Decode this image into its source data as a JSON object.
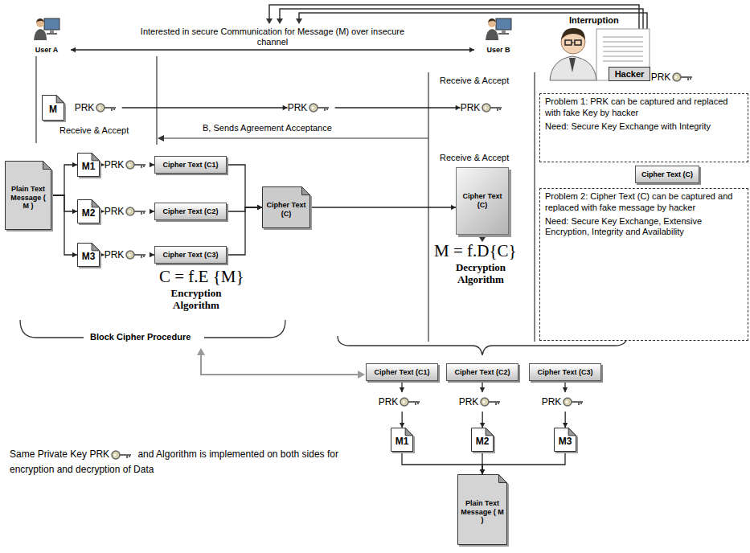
{
  "diagram": {
    "nodes": [
      {
        "text": [
          "User A"
        ]
      },
      {
        "text": [
          "User B"
        ]
      },
      {
        "text": [
          "Hacker"
        ]
      },
      {
        "text": [
          "M"
        ]
      },
      {
        "text": [
          "PRK"
        ]
      },
      {
        "text": [
          "PRK"
        ]
      },
      {
        "text": [
          "PRK"
        ]
      },
      {
        "text": [
          "PRK"
        ]
      },
      {
        "text": [
          "Problem 1: PRK can be captured and replaced with fake Key by hacker",
          "Need: Secure Key Exchange with Integrity"
        ]
      },
      {
        "text": [
          "Cipher Text (C)"
        ]
      },
      {
        "text": [
          "Problem 2: Cipher Text (C) can be captured and replaced with fake message by hacker",
          "Need: Secure Key Exchange, Extensive Encryption, Integrity and Availability"
        ]
      },
      {
        "text": [
          "Plain Text Message ( M )"
        ]
      },
      {
        "text": [
          "M1"
        ]
      },
      {
        "text": [
          "M2"
        ]
      },
      {
        "text": [
          "M3"
        ]
      },
      {
        "text": [
          "PRK"
        ]
      },
      {
        "text": [
          "PRK"
        ]
      },
      {
        "text": [
          "PRK"
        ]
      },
      {
        "text": [
          "Cipher Text (C1)"
        ]
      },
      {
        "text": [
          "Cipher Text (C2)"
        ]
      },
      {
        "text": [
          "Cipher Text (C3)"
        ]
      },
      {
        "text": [
          "Cipher Text (C)"
        ]
      },
      {
        "text": [
          "Cipher Text (C)"
        ]
      },
      {
        "text": [
          "Cipher Text (C1)"
        ]
      },
      {
        "text": [
          "Cipher Text (C2)"
        ]
      },
      {
        "text": [
          "Cipher Text (C3)"
        ]
      },
      {
        "text": [
          "PRK"
        ]
      },
      {
        "text": [
          "PRK"
        ]
      },
      {
        "text": [
          "PRK"
        ]
      },
      {
        "text": [
          "M1"
        ]
      },
      {
        "text": [
          "M2"
        ]
      },
      {
        "text": [
          "M3"
        ]
      },
      {
        "text": [
          "Plain Text Message ( M )"
        ]
      }
    ],
    "edges": [
      {
        "from": 0,
        "to": 1,
        "arrow": "both",
        "label": "Interested in secure Communication for Message (M) over insecure channel"
      },
      {
        "from": 4,
        "to": 5,
        "arrow": "to"
      },
      {
        "from": 5,
        "to": 6,
        "arrow": "to"
      },
      {
        "from": 11,
        "to": 12,
        "arrow": "to"
      },
      {
        "from": 11,
        "to": 13,
        "arrow": "to"
      },
      {
        "from": 11,
        "to": 14,
        "arrow": "to"
      },
      {
        "from": 12,
        "to": 15,
        "arrow": "to"
      },
      {
        "from": 13,
        "to": 16,
        "arrow": "to"
      },
      {
        "from": 14,
        "to": 17,
        "arrow": "to"
      },
      {
        "from": 15,
        "to": 18,
        "arrow": "to"
      },
      {
        "from": 16,
        "to": 19,
        "arrow": "to"
      },
      {
        "from": 17,
        "to": 20,
        "arrow": "to"
      },
      {
        "from": 18,
        "to": 21,
        "arrow": "to"
      },
      {
        "from": 19,
        "to": 21,
        "arrow": "to"
      },
      {
        "from": 20,
        "to": 21,
        "arrow": "to"
      },
      {
        "from": 21,
        "to": 22,
        "arrow": "to"
      },
      {
        "from": 23,
        "to": 26,
        "arrow": "to"
      },
      {
        "from": 26,
        "to": 29,
        "arrow": "to"
      },
      {
        "from": 24,
        "to": 27,
        "arrow": "to"
      },
      {
        "from": 27,
        "to": 30,
        "arrow": "to"
      },
      {
        "from": 25,
        "to": 28,
        "arrow": "to"
      },
      {
        "from": 28,
        "to": 31,
        "arrow": "to"
      },
      {
        "from": 29,
        "to": 32,
        "arrow": "to"
      },
      {
        "from": 30,
        "to": 32,
        "arrow": "to"
      },
      {
        "from": 31,
        "to": 32,
        "arrow": "to"
      }
    ],
    "labels": [
      "Interruption",
      "Receive & Accept",
      "B, Sends Agreement Acceptance",
      "Receive & Accept",
      "Receive & Accept",
      "C = f.E {M}",
      "Encryption Algorithm",
      "M = f.D{C}",
      "Decryption Algorithm",
      "Block Cipher Procedure",
      "Same Private Key",
      "PRK",
      "and Algorithm is implemented on both sides for encryption and decryption of Data"
    ]
  }
}
